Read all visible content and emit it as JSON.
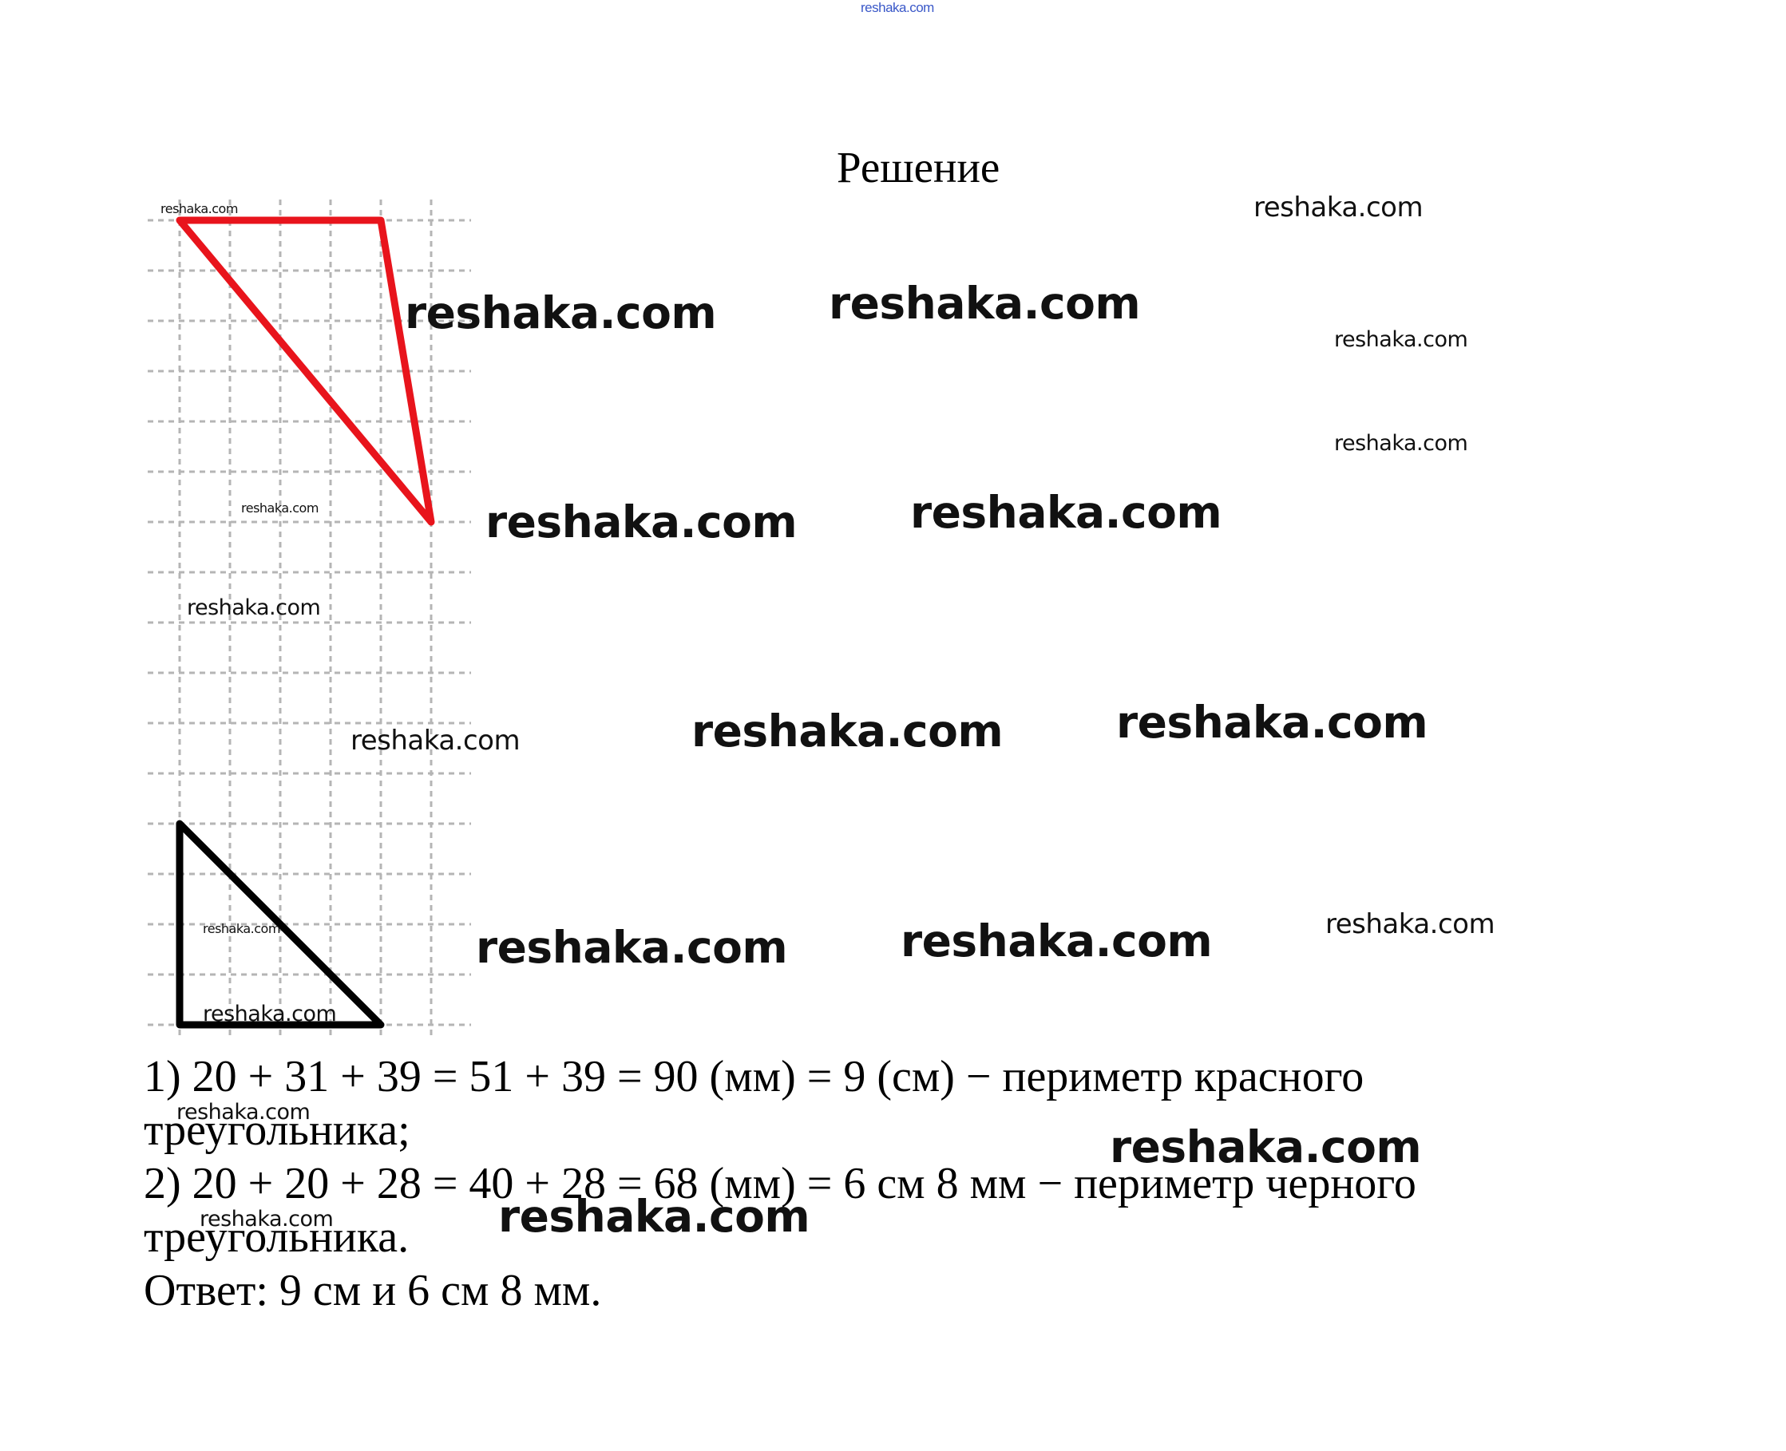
{
  "header_link": "reshaka.com",
  "title": "Решение",
  "solution": {
    "line1": "1) 20 + 31 + 39 = 51 + 39 = 90 (мм) = 9 (см) − периметр красного",
    "line2": "треугольника;",
    "line3": "2) 20 + 20 + 28 = 40 + 28 = 68 (мм) = 6 см 8 мм − периметр черного",
    "line4": "треугольника.",
    "line5": "Ответ: 9 см и 6 см 8 мм."
  },
  "watermark_text": "reshaka.com",
  "colors": {
    "red_triangle": "#e8141c",
    "black_triangle": "#000000",
    "grid": "#b5b5b5",
    "header_link": "#3a58c8"
  },
  "figures": {
    "red_triangle": "red-triangle",
    "black_triangle": "black-triangle",
    "grid": "dotted-grid"
  }
}
